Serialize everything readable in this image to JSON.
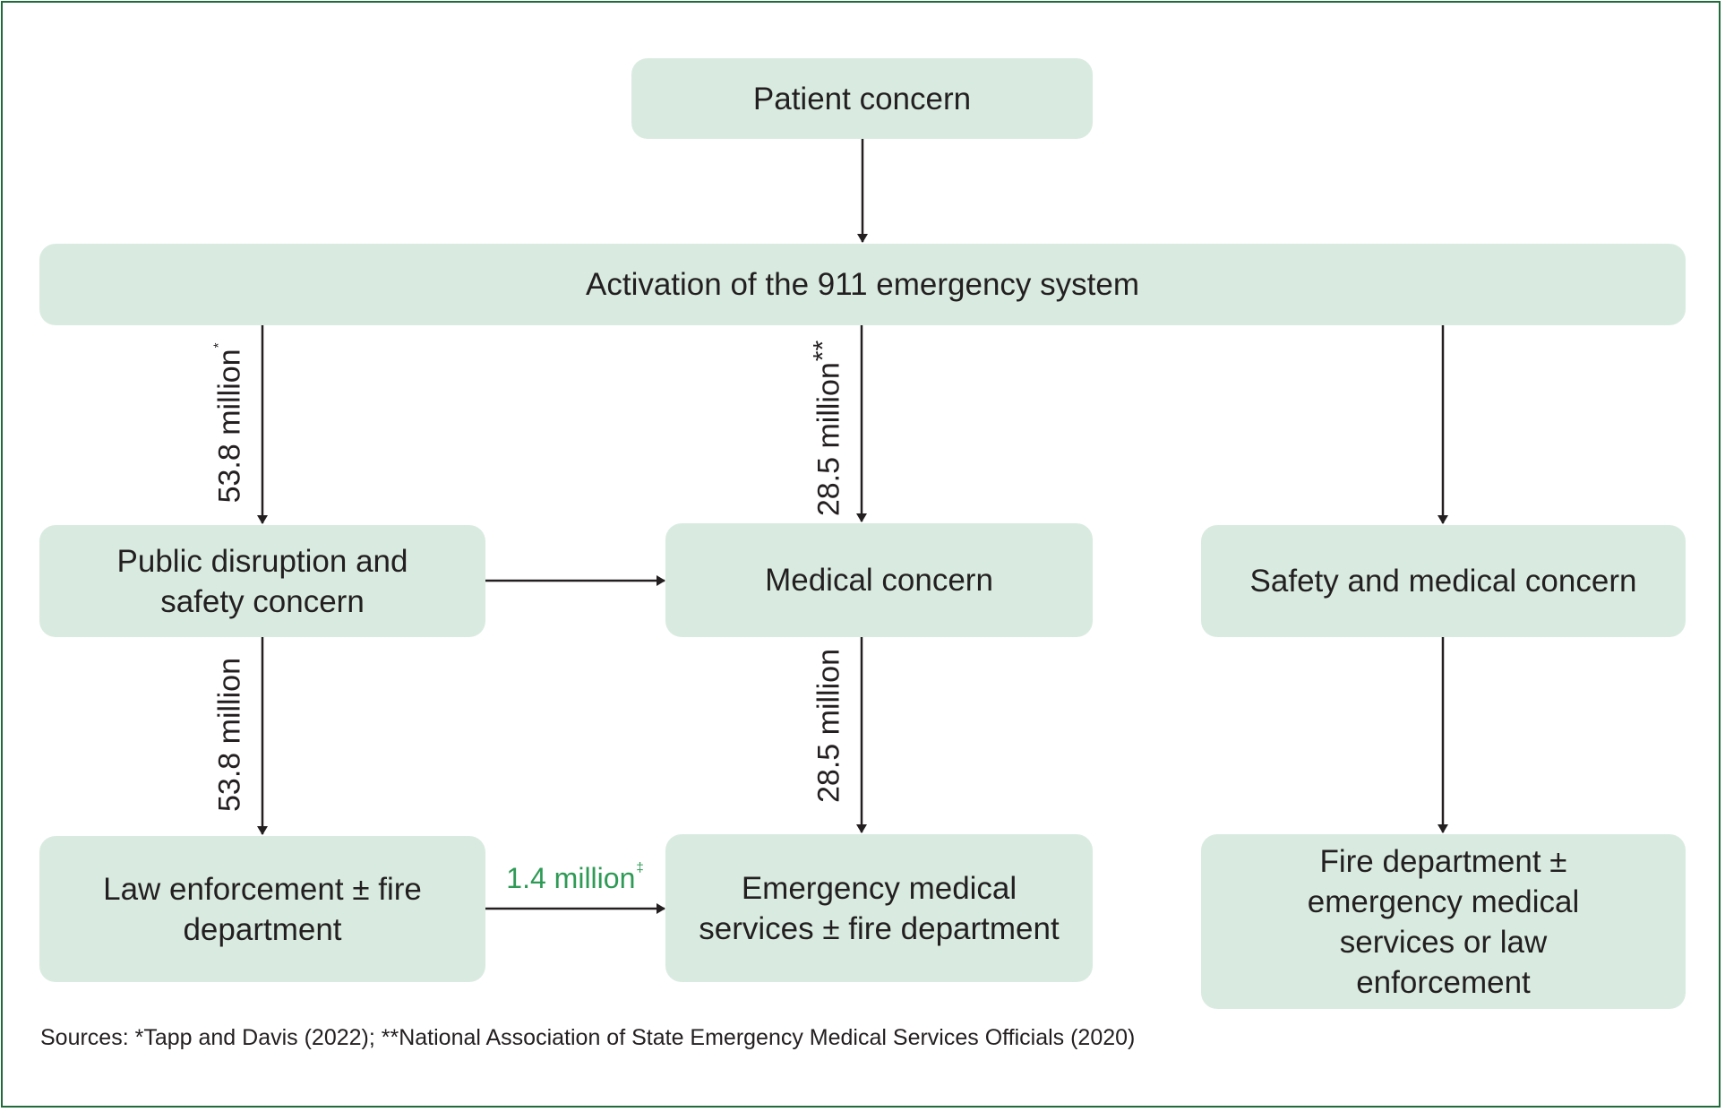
{
  "nodes": {
    "patient_concern": "Patient concern",
    "activation_911": "Activation of the 911 emergency system",
    "public_disruption": "Public disruption and safety concern",
    "medical_concern": "Medical concern",
    "safety_medical_concern": "Safety and medical concern",
    "law_enforcement": "Law enforcement ± fire department",
    "ems": "Emergency medical services ± fire department",
    "fire_department": "Fire department ± emergency medical services or law enforcement"
  },
  "edge_labels": {
    "to_public_disruption": {
      "text": "53.8 million",
      "mark": "*"
    },
    "to_medical_concern": {
      "text": "28.5 million",
      "mark": "**"
    },
    "to_law_enforcement": {
      "text": "53.8 million"
    },
    "to_ems": {
      "text": "28.5 million"
    },
    "law_to_ems": {
      "text": "1.4 million",
      "mark": "‡"
    }
  },
  "colors": {
    "node_fill": "#d9ebe0",
    "border": "#1f6b3a",
    "highlight_label": "#2e9a55",
    "arrow": "#231f20"
  },
  "sources": "Sources: *Tapp and Davis (2022); **National Association of State Emergency Medical Services Officials (2020)"
}
